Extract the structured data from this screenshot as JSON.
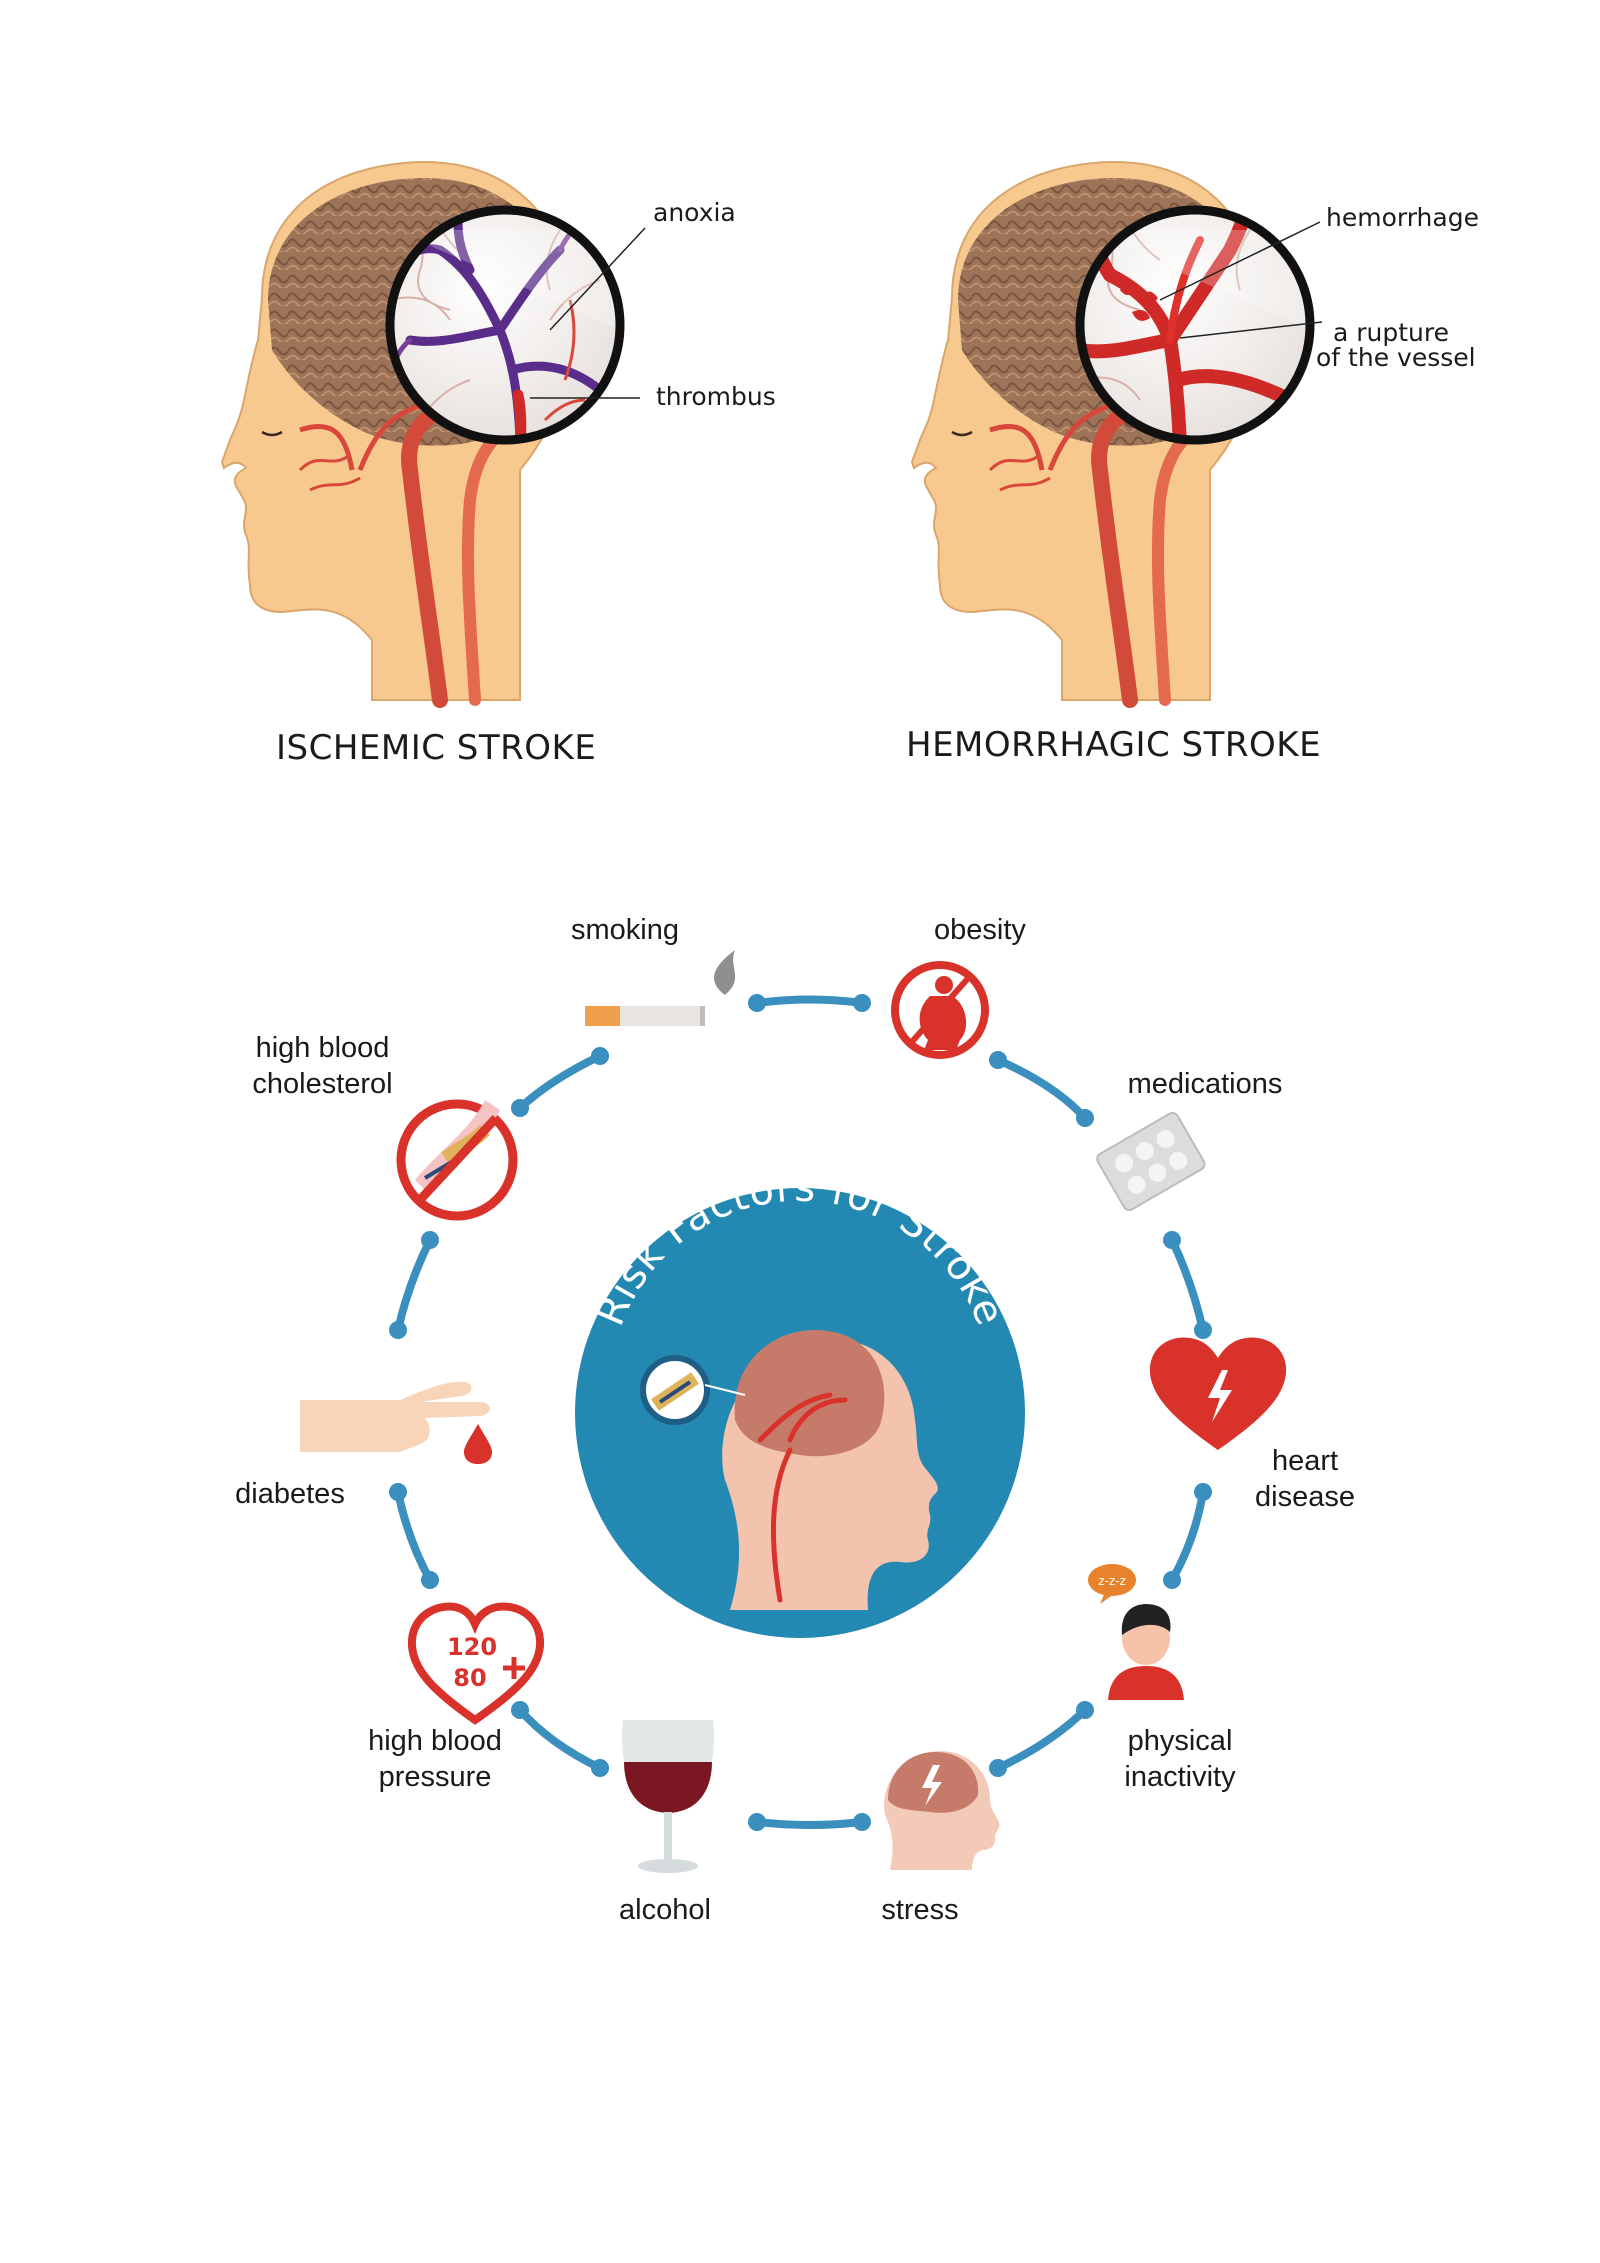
{
  "ischemic": {
    "title": "ISCHEMIC STROKE",
    "label_top": "anoxia",
    "label_bottom": "thrombus"
  },
  "hemorrhagic": {
    "title": "HEMORRHAGIC STROKE",
    "label_top": "hemorrhage",
    "label_bottom_line1": "a rupture",
    "label_bottom_line2": "of the vessel"
  },
  "risk_factors": {
    "center_title": "Risk Factors for Stroke",
    "items": {
      "smoking": [
        "smoking"
      ],
      "obesity": [
        "obesity"
      ],
      "medications": [
        "medications"
      ],
      "heart_disease": [
        "heart",
        "disease"
      ],
      "physical_inactivity": [
        "physical",
        "inactivity"
      ],
      "stress": [
        "stress"
      ],
      "alcohol": [
        "alcohol"
      ],
      "high_blood_pressure": [
        "high blood",
        "pressure"
      ],
      "diabetes": [
        "diabetes"
      ],
      "high_blood_cholesterol": [
        "high blood",
        "cholesterol"
      ]
    },
    "blood_pressure_top": "120",
    "blood_pressure_bottom": "80",
    "sleep_bubble_text": "z-z-z"
  },
  "colors": {
    "accent_blue": "#2389b3",
    "connector_blue": "#3a8fbe",
    "icon_red": "#d9322b",
    "artery_red": "#c9322b",
    "vein_purple": "#5a2d8a",
    "skin": "#f7c98f",
    "brain": "#a57a5c"
  }
}
